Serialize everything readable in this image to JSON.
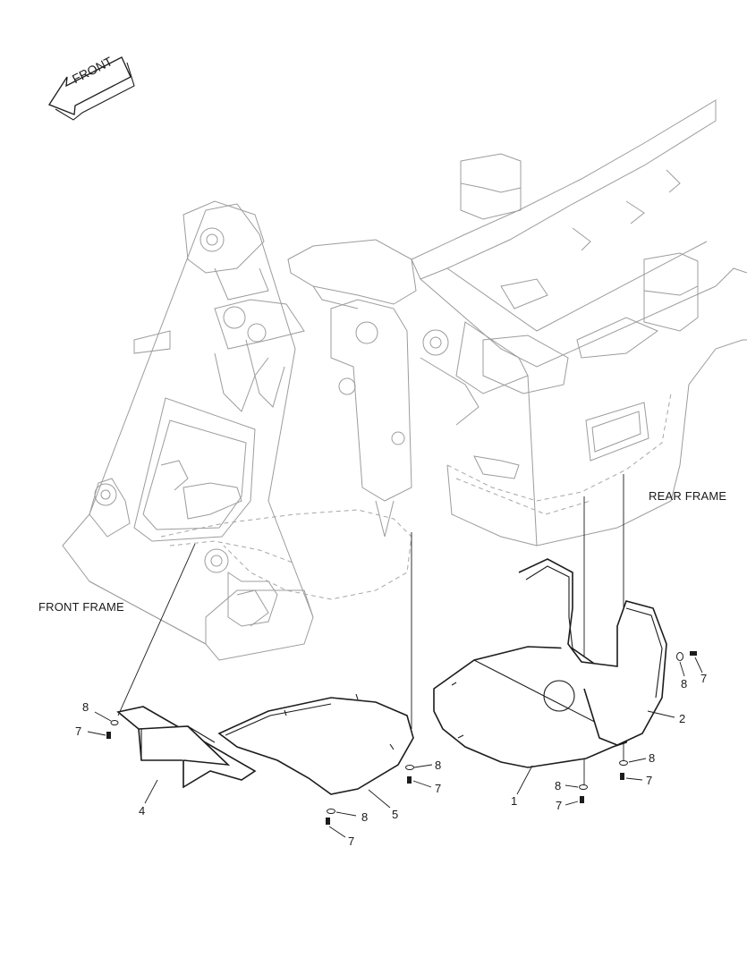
{
  "labels": {
    "front_arrow": "FRONT",
    "front_frame": "FRONT FRAME",
    "rear_frame": "REAR FRAME"
  },
  "callouts": {
    "p1": "1",
    "p2": "2",
    "p4": "4",
    "p5": "5",
    "a8": "8",
    "a7": "7",
    "b8": "8",
    "b7": "7",
    "c8": "8",
    "c7": "7",
    "d8": "8",
    "d7": "7",
    "e8": "8",
    "e7": "7",
    "f8": "8",
    "f7": "7"
  },
  "colors": {
    "frame_lines": "#9c9c9c",
    "part_lines": "#1c1c1c",
    "background": "#ffffff"
  }
}
